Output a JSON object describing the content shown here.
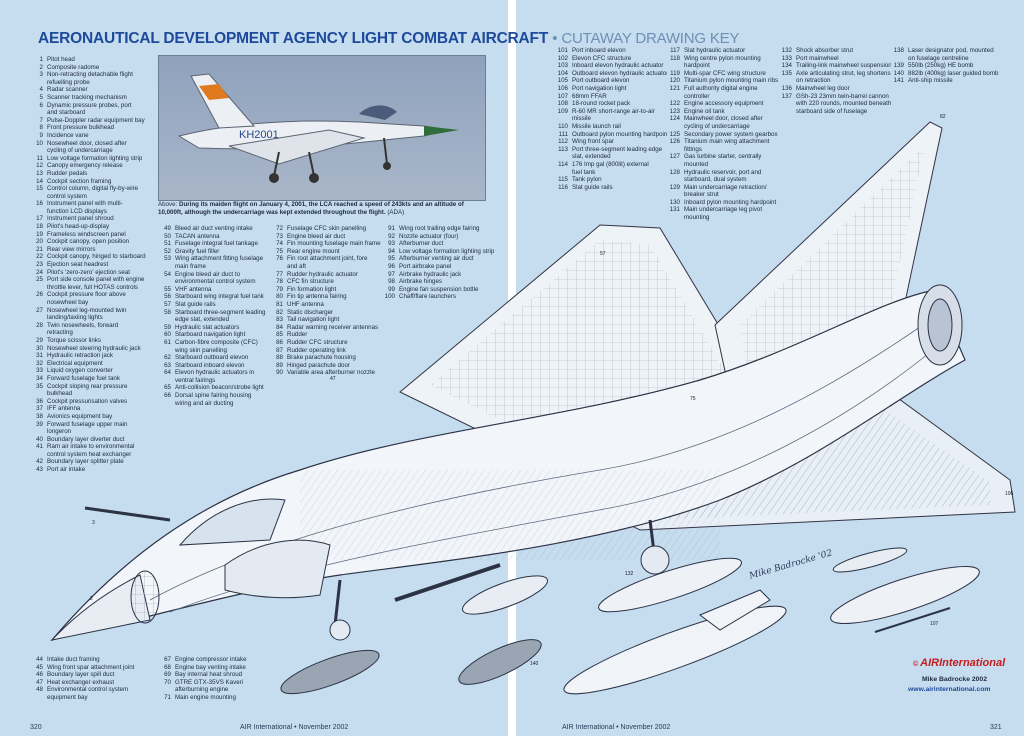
{
  "header": {
    "title": "AERONAUTICAL DEVELOPMENT AGENCY LIGHT COMBAT AIRCRAFT",
    "separator": "•",
    "subtitle": "CUTAWAY DRAWING KEY"
  },
  "photo": {
    "tail_code": "KH2001",
    "caption_lead": "Above:",
    "caption_bold": "During its maiden flight on January 4, 2001, the LCA reached a speed of 243kts and an altitude of 10,000ft, although the undercarriage was kept extended throughout the flight.",
    "caption_credit": "(ADA)"
  },
  "key": {
    "col1": [
      [
        "1",
        "Pitot head"
      ],
      [
        "2",
        "Composite radome"
      ],
      [
        "3",
        "Non-retracting detachable flight"
      ],
      [
        "",
        "refuelling probe"
      ],
      [
        "4",
        "Radar scanner"
      ],
      [
        "5",
        "Scanner tracking mechanism"
      ],
      [
        "6",
        "Dynamic pressure probes, port"
      ],
      [
        "",
        "and starboard"
      ],
      [
        "7",
        "Pulse-Doppler radar equipment bay"
      ],
      [
        "8",
        "Front pressure bulkhead"
      ],
      [
        "9",
        "Incidence vane"
      ],
      [
        "10",
        "Nosewheel door, closed after"
      ],
      [
        "",
        "cycling of undercarriage"
      ],
      [
        "11",
        "Low voltage formation lighting strip"
      ],
      [
        "12",
        "Canopy emergency release"
      ],
      [
        "13",
        "Rudder pedals"
      ],
      [
        "14",
        "Cockpit section framing"
      ],
      [
        "15",
        "Control column, digital fly-by-wire"
      ],
      [
        "",
        "control system"
      ],
      [
        "16",
        "Instrument panel with multi-"
      ],
      [
        "",
        "function LCD displays"
      ],
      [
        "17",
        "Instrument panel shroud"
      ],
      [
        "18",
        "Pilot's head-up-display"
      ],
      [
        "19",
        "Frameless windscreen panel"
      ],
      [
        "20",
        "Cockpit canopy, open position"
      ],
      [
        "21",
        "Rear view mirrors"
      ],
      [
        "22",
        "Cockpit canopy, hinged to starboard"
      ],
      [
        "23",
        "Ejection seat headrest"
      ],
      [
        "24",
        "Pilot's 'zero-zero' ejection seat"
      ],
      [
        "25",
        "Port side console panel with engine"
      ],
      [
        "",
        "throttle lever, full HOTAS controls"
      ],
      [
        "26",
        "Cockpit pressure floor above"
      ],
      [
        "",
        "nosewheel bay"
      ],
      [
        "27",
        "Nosewheel leg-mounted twin"
      ],
      [
        "",
        "landing/taxiing lights"
      ],
      [
        "28",
        "Twin nosewheels, forward"
      ],
      [
        "",
        "retracting"
      ],
      [
        "29",
        "Torque scissor links"
      ],
      [
        "30",
        "Nosewheel steering hydraulic jack"
      ],
      [
        "31",
        "Hydraulic retraction jack"
      ],
      [
        "32",
        "Electrical equipment"
      ],
      [
        "33",
        "Liquid oxygen converter"
      ],
      [
        "34",
        "Forward fuselage fuel tank"
      ],
      [
        "35",
        "Cockpit sloping rear pressure"
      ],
      [
        "",
        "bulkhead"
      ],
      [
        "36",
        "Cockpit pressurisation valves"
      ],
      [
        "37",
        "IFF antenna"
      ],
      [
        "38",
        "Avionics equipment bay"
      ],
      [
        "39",
        "Forward fuselage upper main"
      ],
      [
        "",
        "longeron"
      ],
      [
        "40",
        "Boundary layer diverter duct"
      ],
      [
        "41",
        "Ram air intake to environmental"
      ],
      [
        "",
        "control system heat exchanger"
      ],
      [
        "42",
        "Boundary layer splitter plate"
      ],
      [
        "43",
        "Port air intake"
      ]
    ],
    "col1b": [
      [
        "44",
        "Intake duct framing"
      ],
      [
        "45",
        "Wing front spar attachment joint"
      ],
      [
        "46",
        "Boundary layer spill duct"
      ],
      [
        "47",
        "Heat exchanger exhaust"
      ],
      [
        "48",
        "Environmental control system"
      ],
      [
        "",
        "equipment bay"
      ]
    ],
    "col2": [
      [
        "49",
        "Bleed air duct venting intake"
      ],
      [
        "50",
        "TACAN antenna"
      ],
      [
        "51",
        "Fuselage integral fuel tankage"
      ],
      [
        "52",
        "Gravity fuel filler"
      ],
      [
        "53",
        "Wing attachment fitting fuselage"
      ],
      [
        "",
        "main frame"
      ],
      [
        "54",
        "Engine bleed air duct to"
      ],
      [
        "",
        "environmental control system"
      ],
      [
        "55",
        "VHF antenna"
      ],
      [
        "56",
        "Starboard wing integral fuel tank"
      ],
      [
        "57",
        "Slat guide rails"
      ],
      [
        "58",
        "Starboard three-segment leading"
      ],
      [
        "",
        "edge slat, extended"
      ],
      [
        "59",
        "Hydraulic slat actuators"
      ],
      [
        "60",
        "Starboard navigation light"
      ],
      [
        "61",
        "Carbon-fibre composite (CFC)"
      ],
      [
        "",
        "wing skin panelling"
      ],
      [
        "62",
        "Starboard outboard elevon"
      ],
      [
        "63",
        "Starboard inboard elevon"
      ],
      [
        "64",
        "Elevon hydraulic actuators in"
      ],
      [
        "",
        "ventral fairings"
      ],
      [
        "65",
        "Anti-collision beacon/strobe light"
      ],
      [
        "66",
        "Dorsal spine fairing housing"
      ],
      [
        "",
        "wiring and air ducting"
      ]
    ],
    "col2b": [
      [
        "67",
        "Engine compressor intake"
      ],
      [
        "68",
        "Engine bay venting intake"
      ],
      [
        "69",
        "Bay internal heat shroud"
      ],
      [
        "70",
        "GTRE GTX-35VS Kaveri"
      ],
      [
        "",
        "afterburning engine"
      ],
      [
        "71",
        "Main engine mounting"
      ]
    ],
    "col3": [
      [
        "72",
        "Fuselage CFC skin panelling"
      ],
      [
        "73",
        "Engine bleed air duct"
      ],
      [
        "74",
        "Fin mounting fuselage main frame"
      ],
      [
        "75",
        "Rear engine mount"
      ],
      [
        "76",
        "Fin root attachment joint, fore"
      ],
      [
        "",
        "and aft"
      ],
      [
        "77",
        "Rudder hydraulic actuator"
      ],
      [
        "78",
        "CFC fin structure"
      ],
      [
        "79",
        "Fin formation light"
      ],
      [
        "80",
        "Fin tip antenna fairing"
      ],
      [
        "81",
        "UHF antenna"
      ],
      [
        "82",
        "Static discharger"
      ],
      [
        "83",
        "Tail navigation light"
      ],
      [
        "84",
        "Radar warning receiver antennas"
      ],
      [
        "85",
        "Rudder"
      ],
      [
        "86",
        "Rudder CFC structure"
      ],
      [
        "87",
        "Rudder operating link"
      ],
      [
        "88",
        "Brake parachute housing"
      ],
      [
        "89",
        "Hinged parachute door"
      ],
      [
        "90",
        "Variable area afterburner nozzle"
      ]
    ],
    "col4": [
      [
        "91",
        "Wing root trailing edge fairing"
      ],
      [
        "92",
        "Nozzle actuator (four)"
      ],
      [
        "93",
        "Afterburner duct"
      ],
      [
        "94",
        "Low voltage formation lighting strip"
      ],
      [
        "95",
        "Afterburner venting air duct"
      ],
      [
        "96",
        "Port airbrake panel"
      ],
      [
        "97",
        "Airbrake hydraulic jack"
      ],
      [
        "98",
        "Airbrake hinges"
      ],
      [
        "99",
        "Engine fan suspension bottle"
      ],
      [
        "100",
        "Chaff/flare launchers"
      ]
    ],
    "col5": [
      [
        "101",
        "Port inboard elevon"
      ],
      [
        "102",
        "Elevon CFC structure"
      ],
      [
        "103",
        "Inboard elevon hydraulic actuator"
      ],
      [
        "104",
        "Outboard elevon hydraulic actuator"
      ],
      [
        "105",
        "Port outboard elevon"
      ],
      [
        "106",
        "Port navigation light"
      ],
      [
        "107",
        "68mm FFAR"
      ],
      [
        "108",
        "18-round rocket pack"
      ],
      [
        "109",
        "R-60 MR short-range air-to-air"
      ],
      [
        "",
        "missile"
      ],
      [
        "110",
        "Missile launch rail"
      ],
      [
        "111",
        "Outboard pylon mounting hardpoint"
      ],
      [
        "112",
        "Wing front spar"
      ],
      [
        "113",
        "Port three-segment leading edge"
      ],
      [
        "",
        "slat, extended"
      ],
      [
        "114",
        "176 Imp gal (800lit) external"
      ],
      [
        "",
        "fuel tank"
      ],
      [
        "115",
        "Tank pylon"
      ],
      [
        "116",
        "Slat guide rails"
      ]
    ],
    "col6": [
      [
        "117",
        "Slat hydraulic actuator"
      ],
      [
        "118",
        "Wing centre pylon mounting"
      ],
      [
        "",
        "hardpoint"
      ],
      [
        "119",
        "Multi-spar CFC wing structure"
      ],
      [
        "120",
        "Titanium pylon mounting main ribs"
      ],
      [
        "121",
        "Full authority digital engine"
      ],
      [
        "",
        "controller"
      ],
      [
        "122",
        "Engine accessory equipment"
      ],
      [
        "123",
        "Engine oil tank"
      ],
      [
        "124",
        "Mainwheel door, closed after"
      ],
      [
        "",
        "cycling of undercarriage"
      ],
      [
        "125",
        "Secondary power system gearbox"
      ],
      [
        "126",
        "Titanium main wing attachment"
      ],
      [
        "",
        "fittings"
      ],
      [
        "127",
        "Gas turbine starter, centrally"
      ],
      [
        "",
        "mounted"
      ],
      [
        "128",
        "Hydraulic reservoir, port and"
      ],
      [
        "",
        "starboard, dual system"
      ],
      [
        "129",
        "Main undercarriage retraction/"
      ],
      [
        "",
        "breaker strut"
      ],
      [
        "130",
        "Inboard pylon mounting hardpoint"
      ],
      [
        "131",
        "Main undercarriage leg pivot"
      ],
      [
        "",
        "mounting"
      ]
    ],
    "col7": [
      [
        "132",
        "Shock absorber strut"
      ],
      [
        "133",
        "Port mainwheel"
      ],
      [
        "134",
        "Trailing-link mainwheel suspension"
      ],
      [
        "135",
        "Axle articulating strut, leg shortens"
      ],
      [
        "",
        "on retraction"
      ],
      [
        "136",
        "Mainwheel leg door"
      ],
      [
        "137",
        "GSh-23 23mm twin-barrel cannon"
      ],
      [
        "",
        "with 220 rounds, mounted beneath"
      ],
      [
        "",
        "starboard side of fuselage"
      ]
    ],
    "col8": [
      [
        "138",
        "Laser designator pod, mounted"
      ],
      [
        "",
        "on fuselage centreline"
      ],
      [
        "139",
        "550lb (250kg) HE bomb"
      ],
      [
        "140",
        "882lb (400kg) laser guided bomb"
      ],
      [
        "141",
        "Anti-ship missile"
      ]
    ]
  },
  "signature": "Mike Badrocke '02",
  "brand": {
    "reg": "©",
    "name": "AIRInternational"
  },
  "credit": "Mike Badrocke 2002",
  "url": "www.airinternational.com",
  "footer": {
    "left_page": "320",
    "left_caption": "AIR International • November 2002",
    "right_caption": "AIR International • November 2002",
    "right_page": "321"
  }
}
